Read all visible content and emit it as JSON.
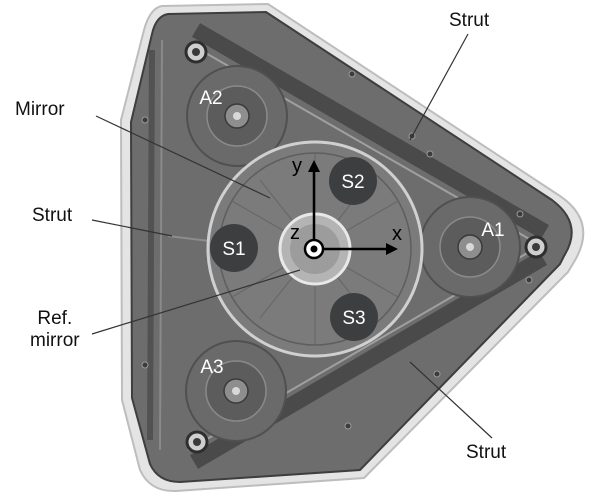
{
  "colors": {
    "plate": "#6d6d6d",
    "plate_dark": "#4a4a4a",
    "plate_light": "#9a9a9a",
    "plate_edge": "#e2e2e2",
    "mirror": "#7b7b7b",
    "sensor_pad": "#3c3e40",
    "label_on_plate": "#ffffff",
    "axis": "#000000",
    "leader": "#333333"
  },
  "callouts": {
    "strut_top": "Strut",
    "mirror": "Mirror",
    "strut_left": "Strut",
    "ref_mirror_line1": "Ref.",
    "ref_mirror_line2": "mirror",
    "strut_bottom": "Strut"
  },
  "actuators": {
    "a1": "A1",
    "a2": "A2",
    "a3": "A3"
  },
  "sensors": {
    "s1": "S1",
    "s2": "S2",
    "s3": "S3"
  },
  "axes": {
    "x": "x",
    "y": "y",
    "z": "z"
  }
}
